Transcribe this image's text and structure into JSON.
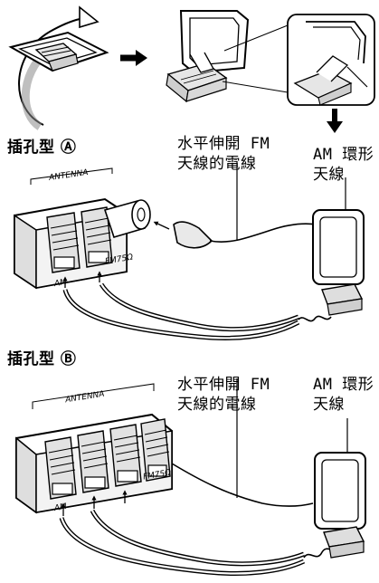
{
  "socket_a": {
    "title": "插孔型 Ⓐ",
    "fm_wire_label_line1": "水平伸開 FM",
    "fm_wire_label_line2": "天線的電線",
    "am_label_line1": "AM 環形",
    "am_label_line2": "天線",
    "antenna_text": "ANTENNA",
    "fm_terminal_text": "FM75Ω",
    "am_terminal_text": "AM"
  },
  "socket_b": {
    "title": "插孔型 Ⓑ",
    "fm_wire_label_line1": "水平伸開 FM",
    "fm_wire_label_line2": "天線的電線",
    "am_label_line1": "AM 環形",
    "am_label_line2": "天線",
    "antenna_text": "ANTENNA",
    "fm_terminal_text": "FM75Ω",
    "am_terminal_text": "AM"
  },
  "colors": {
    "ink": "#000000",
    "shade": "#cfcfcf",
    "light": "#e9e9e9",
    "paper": "#ffffff"
  }
}
